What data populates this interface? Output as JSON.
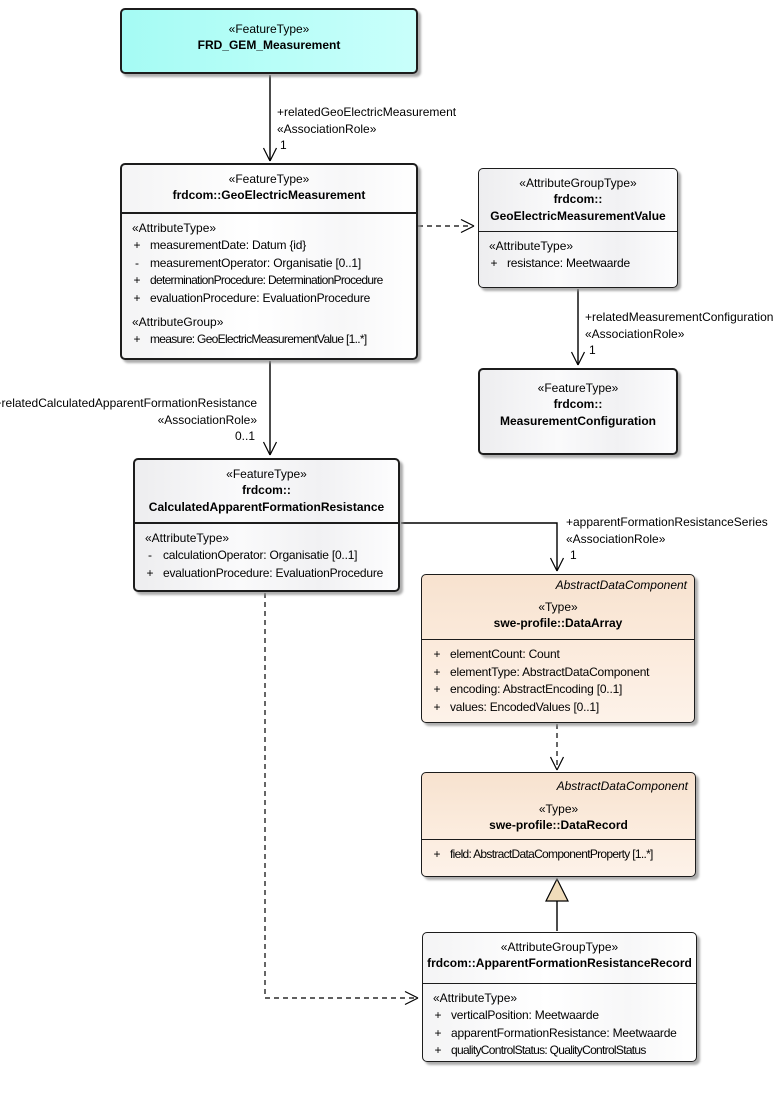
{
  "classes": {
    "frd_gem_measurement": {
      "stereotype": "«FeatureType»",
      "name": "FRD_GEM_Measurement"
    },
    "geo_electric_measurement": {
      "stereotype": "«FeatureType»",
      "name": "frdcom::GeoElectricMeasurement",
      "sections": [
        {
          "heading": "«AttributeType»",
          "rows": [
            {
              "sign": "+",
              "text": "measurementDate: Datum {id}"
            },
            {
              "sign": "-",
              "text": "measurementOperator: Organisatie [0..1]"
            },
            {
              "sign": "+",
              "text": "determinationProcedure: DeterminationProcedure"
            },
            {
              "sign": "+",
              "text": "evaluationProcedure: EvaluationProcedure"
            }
          ]
        },
        {
          "heading": "«AttributeGroup»",
          "rows": [
            {
              "sign": "+",
              "text": "measure: GeoElectricMeasurementValue [1..*]"
            }
          ]
        }
      ]
    },
    "geo_electric_measurement_value": {
      "stereotype": "«AttributeGroupType»",
      "name_line1": "frdcom::",
      "name_line2": "GeoElectricMeasurementValue",
      "sections": [
        {
          "heading": "«AttributeType»",
          "rows": [
            {
              "sign": "+",
              "text": "resistance: Meetwaarde"
            }
          ]
        }
      ]
    },
    "measurement_configuration": {
      "stereotype": "«FeatureType»",
      "name_line1": "frdcom::",
      "name_line2": "MeasurementConfiguration"
    },
    "calculated_apparent_formation_resistance": {
      "stereotype": "«FeatureType»",
      "name_line1": "frdcom::",
      "name_line2": "CalculatedApparentFormationResistance",
      "sections": [
        {
          "heading": "«AttributeType»",
          "rows": [
            {
              "sign": "-",
              "text": "calculationOperator: Organisatie [0..1]"
            },
            {
              "sign": "+",
              "text": "evaluationProcedure: EvaluationProcedure"
            }
          ]
        }
      ]
    },
    "data_array": {
      "parent": "AbstractDataComponent",
      "stereotype": "«Type»",
      "name": "swe-profile::DataArray",
      "rows": [
        {
          "sign": "+",
          "text": "elementCount: Count"
        },
        {
          "sign": "+",
          "text": "elementType: AbstractDataComponent"
        },
        {
          "sign": "+",
          "text": "encoding: AbstractEncoding [0..1]"
        },
        {
          "sign": "+",
          "text": "values: EncodedValues [0..1]"
        }
      ]
    },
    "data_record": {
      "parent": "AbstractDataComponent",
      "stereotype": "«Type»",
      "name": "swe-profile::DataRecord",
      "rows": [
        {
          "sign": "+",
          "text": "field: AbstractDataComponentProperty [1..*]"
        }
      ]
    },
    "apparent_formation_resistance_record": {
      "stereotype": "«AttributeGroupType»",
      "name": "frdcom::ApparentFormationResistanceRecord",
      "sections": [
        {
          "heading": "«AttributeType»",
          "rows": [
            {
              "sign": "+",
              "text": "verticalPosition: Meetwaarde"
            },
            {
              "sign": "+",
              "text": "apparentFormationResistance: Meetwaarde"
            },
            {
              "sign": "+",
              "text": "qualityControlStatus: QualityControlStatus"
            }
          ]
        }
      ]
    }
  },
  "edges": {
    "related_geo_electric_measurement": {
      "role": "+relatedGeoElectricMeasurement",
      "stereotype": "«AssociationRole»",
      "multiplicity": "1"
    },
    "related_measurement_configuration": {
      "role": "+relatedMeasurementConfiguration",
      "stereotype": "«AssociationRole»",
      "multiplicity": "1"
    },
    "related_calculated_apparent_formation_resistance": {
      "role": "+relatedCalculatedApparentFormationResistance",
      "stereotype": "«AssociationRole»",
      "multiplicity": "0..1"
    },
    "apparent_formation_resistance_series": {
      "role": "+apparentFormationResistanceSeries",
      "stereotype": "«AssociationRole»",
      "multiplicity": "1"
    }
  },
  "colors": {
    "feature_type_fill": "#a5fbf4",
    "abstract_fill": "#f8e5d3",
    "generic_fill": "#f1f1f3",
    "border": "#1c1c1c",
    "generalization_triangle_fill": "#f0dcba"
  }
}
